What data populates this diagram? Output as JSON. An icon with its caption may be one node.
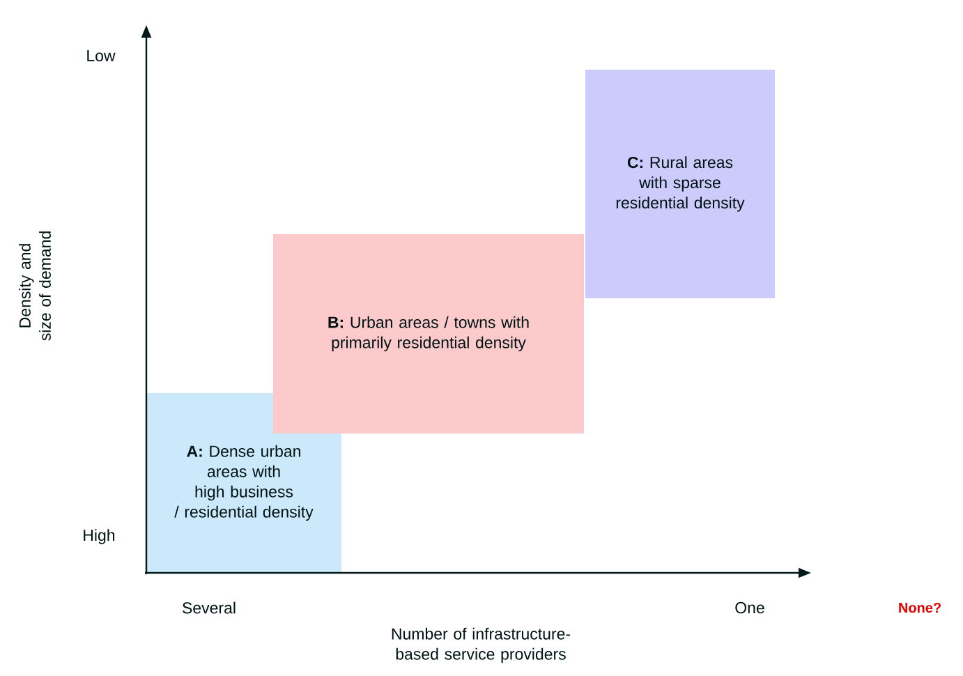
{
  "diagram": {
    "nodes": [
      {
        "text": [
          "**A:** Dense urban areas with high business / residential density"
        ]
      },
      {
        "text": [
          "**B:** Urban areas / towns with primarily residential density"
        ]
      },
      {
        "text": [
          "**C:** Rural areas with sparse residential density"
        ]
      }
    ],
    "labels": [
      "Low",
      "Density and size of demand",
      "High",
      "Several",
      "One",
      "None?",
      "Number of infrastructure-based service providers"
    ]
  }
}
